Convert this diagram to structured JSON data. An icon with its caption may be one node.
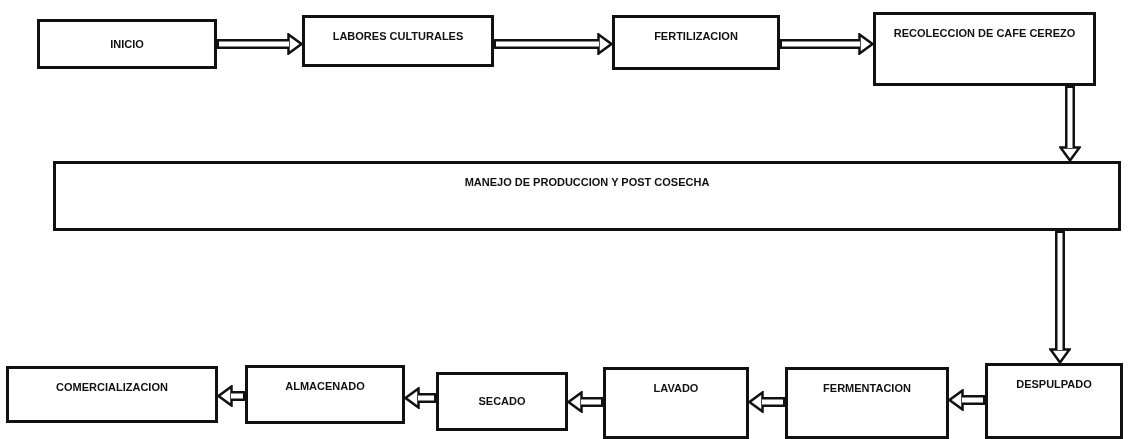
{
  "diagram": {
    "nodes": [
      {
        "text": [
          "INICIO"
        ]
      },
      {
        "text": [
          "LABORES CULTURALES"
        ]
      },
      {
        "text": [
          "FERTILIZACION"
        ]
      },
      {
        "text": [
          "RECOLECCION DE CAFE CEREZO"
        ]
      },
      {
        "text": [
          "MANEJO DE PRODUCCION Y POST COSECHA"
        ]
      },
      {
        "text": [
          "DESPULPADO"
        ]
      },
      {
        "text": [
          "FERMENTACION"
        ]
      },
      {
        "text": [
          "LAVADO"
        ]
      },
      {
        "text": [
          "SECADO"
        ]
      },
      {
        "text": [
          "ALMACENADO"
        ]
      },
      {
        "text": [
          "COMERCIALIZACION"
        ]
      }
    ],
    "edges": [
      {
        "from": 0,
        "to": 1,
        "arrow": "to"
      },
      {
        "from": 1,
        "to": 2,
        "arrow": "to"
      },
      {
        "from": 2,
        "to": 3,
        "arrow": "to"
      },
      {
        "from": 3,
        "to": 4,
        "arrow": "to"
      },
      {
        "from": 4,
        "to": 5,
        "arrow": "to"
      },
      {
        "from": 5,
        "to": 6,
        "arrow": "to"
      },
      {
        "from": 6,
        "to": 7,
        "arrow": "to"
      },
      {
        "from": 7,
        "to": 8,
        "arrow": "to"
      },
      {
        "from": 8,
        "to": 9,
        "arrow": "to"
      },
      {
        "from": 9,
        "to": 10,
        "arrow": "to"
      }
    ]
  }
}
